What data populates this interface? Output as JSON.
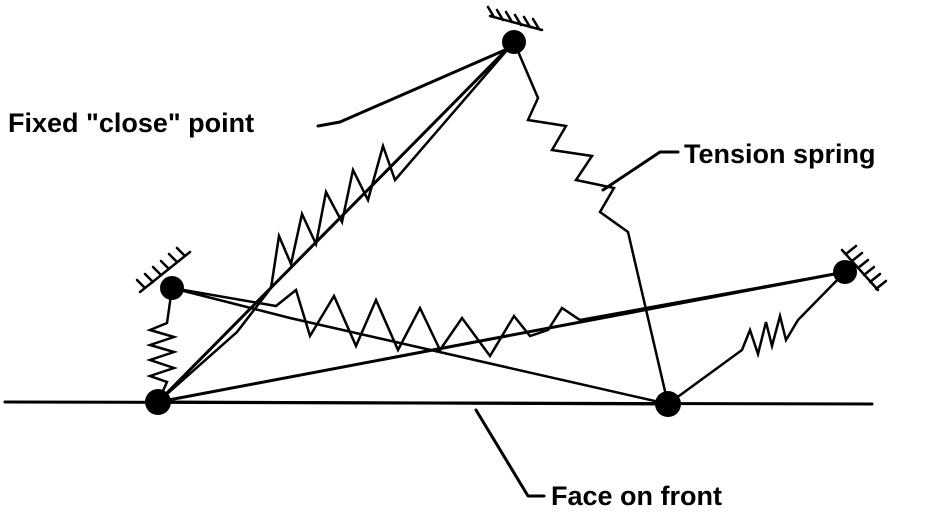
{
  "labels": {
    "fixed_point": "Fixed \"close\" point",
    "tension_spring": "Tension spring",
    "face_on_front": "Face on front"
  }
}
